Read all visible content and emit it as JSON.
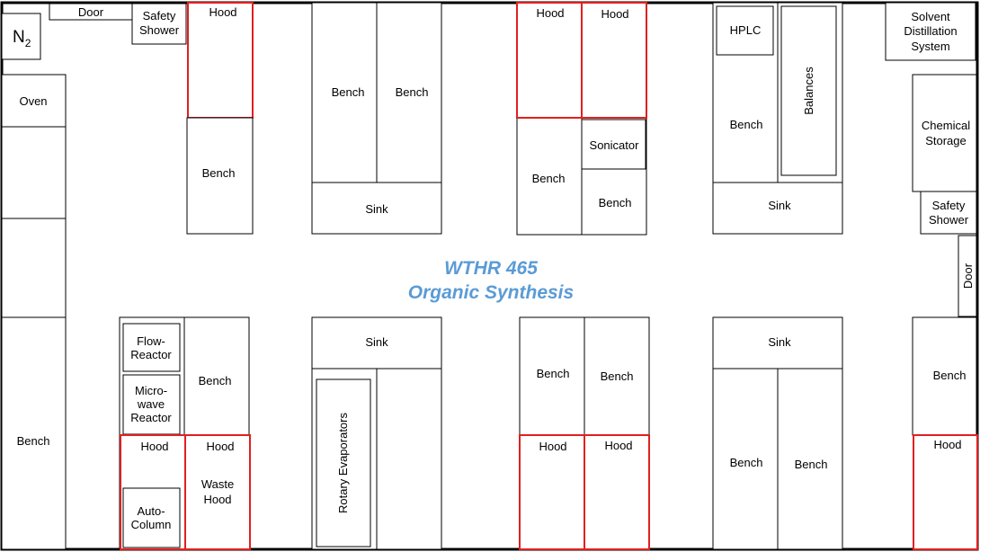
{
  "title": {
    "line1": "WTHR 465",
    "line2": "Organic Synthesis",
    "color": "#5b9bd5"
  },
  "colors": {
    "wall": "#000000",
    "box": "#000000",
    "hood": "#e02020"
  },
  "labels": {
    "n2_main": "N",
    "n2_sub": "2",
    "door_top": "Door",
    "safety_shower_top": [
      "Safety",
      "Shower"
    ],
    "hood": "Hood",
    "bench": "Bench",
    "sink": "Sink",
    "hplc": "HPLC",
    "balances": "Balances",
    "solvent_distillation": [
      "Solvent",
      "Distillation",
      "System"
    ],
    "oven": "Oven",
    "chemical_storage": [
      "Chemical",
      "Storage"
    ],
    "safety_shower_right": [
      "Safety",
      "Shower"
    ],
    "door_right": "Door",
    "sonicator": "Sonicator",
    "flow_reactor": [
      "Flow-",
      "Reactor"
    ],
    "microwave_reactor": [
      "Micro-",
      "wave",
      "Reactor"
    ],
    "auto_column": [
      "Auto-",
      "Column"
    ],
    "waste_hood": [
      "Waste",
      "Hood"
    ],
    "rotary_evaporators": "Rotary Evaporators"
  }
}
